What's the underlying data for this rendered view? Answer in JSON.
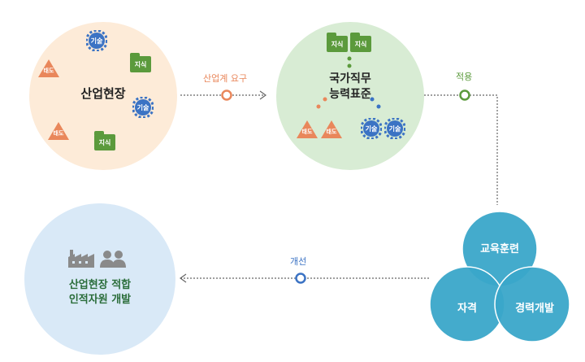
{
  "industry": {
    "title": "산업현장",
    "knowledge_1": "지식",
    "knowledge_2": "지식",
    "skill_1": "기술",
    "skill_2": "기술",
    "attitude_1": "태도",
    "attitude_2": "태도"
  },
  "arrow_demand": {
    "label": "산업계 요구"
  },
  "ncs": {
    "title_line1": "국가직무",
    "title_line2": "능력표준",
    "knowledge_1": "지식",
    "knowledge_2": "지식",
    "skill_1": "기술",
    "skill_2": "기술",
    "attitude_1": "태도",
    "attitude_2": "태도"
  },
  "arrow_apply": {
    "label": "적용"
  },
  "venn": {
    "training": "교육훈련",
    "qualification": "자격",
    "career": "경력개발"
  },
  "arrow_improve": {
    "label": "개선"
  },
  "result": {
    "line1": "산업현장 적합",
    "line2": "인적자원 개발"
  },
  "colors": {
    "industry_fill": "#fdebd8",
    "ncs_fill": "#d8ecd4",
    "result_fill": "#d9e9f7",
    "venn_fill": "#3aa6c9",
    "orange": "#e9875b",
    "green": "#5b9a3c",
    "blue": "#3b73c4"
  }
}
